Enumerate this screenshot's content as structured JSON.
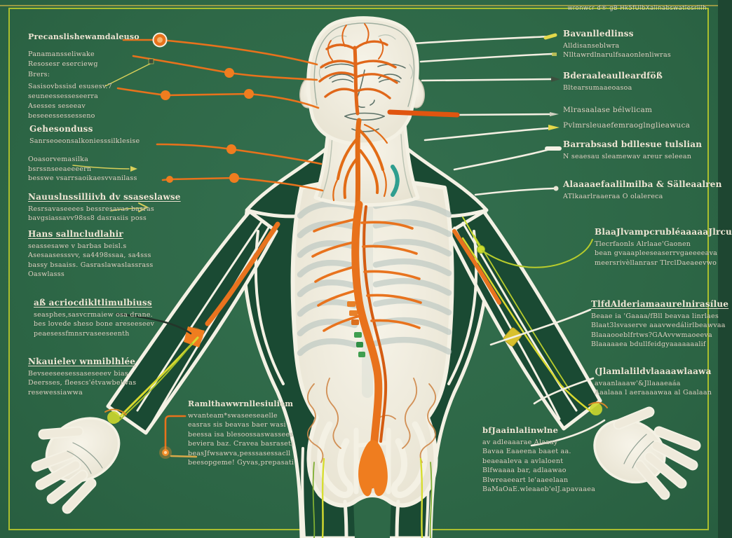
{
  "watermark": "wronwcr d® gB Hk5fUlbXalinabswatlesrlilh",
  "colors": {
    "background": "#2e6847",
    "frame": "#a9be2e",
    "body_dark": "#1a4a33",
    "outline": "#f4f1e4",
    "nerve_orange": "#e8721c",
    "nerve_yellow": "#d6dd30",
    "accent_teal": "#2f9e8f",
    "label_text": "#d7d2bf"
  },
  "labels": {
    "left": [
      {
        "heading": "Precanslishewamdaleuso",
        "lines": []
      },
      {
        "heading": "",
        "lines": [
          "Panamansseliwake",
          "Resosesr eserciewg"
        ]
      },
      {
        "heading": "",
        "lines": [
          "Brers:"
        ]
      },
      {
        "heading": "",
        "lines": [
          "Sasisovbssisd esusesv.7",
          "seuneessesseseerra"
        ]
      },
      {
        "heading": "",
        "lines": [
          "Asesses seseeav",
          "beseeessessesseno"
        ]
      },
      {
        "heading": "Gehesonduss",
        "lines": [
          "Sanrseoeonsalkoniesssilklesise"
        ]
      },
      {
        "heading": "",
        "lines": [
          "Ooasorvemasilka",
          "bsrssnseeaeeeern",
          "besswe vsarrsaoikaesvvanilass"
        ]
      },
      {
        "heading": "Nauuslnssilliivh dv ssaseslawse",
        "lines": [
          "Resrsavaseeees bessresavas basras",
          "bavgsiassavv98ss8 dasrasiis poss"
        ]
      },
      {
        "heading": "Hans sallncludlahir",
        "lines": [
          "seassesawe v barbas beisl.s",
          "Asesaasesssvv, sa4498ssaa, sa4sss",
          "bassy bsaaiss. Gasraslawaslassrass",
          "Oaswlasss"
        ]
      },
      {
        "heading": "aß acriocdikltlimulbiuss",
        "lines": [
          "seasphes,sasvcrmaiew osa drane.",
          "bes lovede sheso bone areseeseev",
          "peaesessfmnsrvaseeseenth"
        ]
      },
      {
        "heading": "Nkauielev wnmiblhlée",
        "lines": [
          "Bevseeseesessaseseeev bias",
          "Deersses, fleescs'étvawbelwas",
          "resewessiawwa"
        ]
      }
    ],
    "bottom_left": {
      "heading": "Ramlthawwrnllesiuliem",
      "lines": [
        "wvanteam*swaseeseaelle",
        "easras sis beavas baer wasi",
        "beessa isa blesoossaswassees",
        "beviera baz. Cravea basraseti",
        "beasJfwsawva,pesssasessacll",
        "beesopgeme! Gyvas,prepasati"
      ]
    },
    "right": [
      {
        "heading": "Bavanlledlinss",
        "lines": [
          "Alldisanseblwra",
          "Nlltawrdlnarulfsaaonlenliwras"
        ]
      },
      {
        "heading": "Bderaaleaulleardföß",
        "lines": [
          "Bltearsumaaeoasoa"
        ]
      },
      {
        "heading": "",
        "lines": [
          "Mlrasaalase bélwlicam"
        ]
      },
      {
        "heading": "",
        "lines": [
          "Pvlmrsleuaefemraoglnglieawuca"
        ]
      },
      {
        "heading": "Barrabsasd bdllesue tulslian",
        "lines": [
          "N seaesau sleamewav areur seleean"
        ]
      },
      {
        "heading": "Alaaaaefaalilmilba & Sälleaalren",
        "lines": [
          "ATlkaarlraaeraa O olalereca"
        ]
      },
      {
        "heading": "BlaaJlvampcrubléaaaaaJlrcu",
        "lines": [
          "Tlecrfaonls  Alrlaae'Gaonen",
          "bean gvaaapleeseaserrvgaeeeeava",
          "meersrivèllanrasr TlrclDaeaeevwo"
        ]
      },
      {
        "heading": "TlfdAlderiamaaurelnirasílue",
        "lines": [
          "Beaae ia 'Gaaaa/fBll beavaa linrlaes",
          "Blaat3lsvaserve aaavwedálirlbeawvaa",
          "Blaaaooeblfrtws?GAAvvwmaoeeva",
          "Blaaaaaea bdullfeidgyaaaaaaalif"
        ]
      },
      {
        "heading": "(Jlamlalildvlaaaawlaawa",
        "lines": [
          "avaanlaaaw'&Jllaaaeaáa",
          "Aaalaaa l aeraaaawaa al Gaalaan"
        ]
      }
    ],
    "bottom_right": {
      "heading": "bfJaainlalinwlne",
      "lines": [
        "av adleaaarae Alaaay",
        "Bavaa Eaaeena baaet aa.",
        "beaeaaleva a avlaloent",
        "Blfwaaaa bar, adlaawao",
        "Blwreaeeart le'aaeelaan",
        "BaMaOaE.wleaaeb'elJ.apavaaea"
      ]
    }
  }
}
